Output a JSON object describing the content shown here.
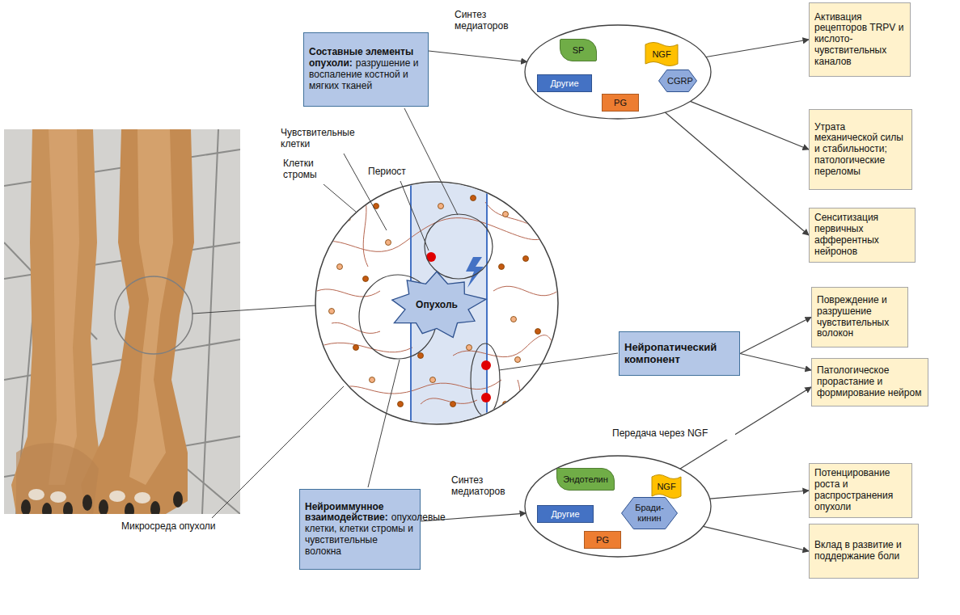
{
  "diagram": {
    "nodes": [
      {
        "text": [
          "Составные элементы опухоли:",
          "разрушение и воспаление костной и мягких тканей"
        ]
      },
      {
        "text": []
      },
      {
        "text": [
          "SP"
        ],
        "in": 1
      },
      {
        "text": [
          "NGF"
        ],
        "in": 1
      },
      {
        "text": [
          "Другие"
        ],
        "in": 1
      },
      {
        "text": [
          "CGRP"
        ],
        "in": 1
      },
      {
        "text": [
          "PG"
        ],
        "in": 1
      },
      {
        "text": [
          "Активация рецепторов TRPV и кислото-чувствительных каналов"
        ]
      },
      {
        "text": [
          "Утрата механической силы и стабильности; патологические переломы"
        ]
      },
      {
        "text": [
          "Сенситизация первичных афферентных нейронов"
        ]
      },
      {
        "text": [
          "Опухоль"
        ]
      },
      {
        "text": [
          "Нейропатический компонент"
        ]
      },
      {
        "text": [
          "Повреждение и разрушение чувствительных волокон"
        ]
      },
      {
        "text": [
          "Патологическое прорастание и формирование нейром"
        ]
      },
      {
        "text": [
          "Нейроиммунное взаимодействие:",
          "опухолевые клетки, клетки стромы и чувствительные волокна"
        ]
      },
      {
        "text": []
      },
      {
        "text": [
          "Эндотелин"
        ],
        "in": 15
      },
      {
        "text": [
          "NGF"
        ],
        "in": 15
      },
      {
        "text": [
          "Другие"
        ],
        "in": 15
      },
      {
        "text": [
          "Бради- кинин"
        ],
        "in": 15
      },
      {
        "text": [
          "PG"
        ],
        "in": 15
      },
      {
        "text": [
          "Потенцирование роста и распространения опухоли"
        ]
      },
      {
        "text": [
          "Вклад в развитие и поддержание боли"
        ]
      }
    ],
    "edges": [
      {
        "from": 0,
        "to": 1,
        "label": "Синтез медиаторов",
        "arrow": "to"
      },
      {
        "from": 1,
        "to": 7,
        "arrow": "to"
      },
      {
        "from": 1,
        "to": 8,
        "arrow": "to"
      },
      {
        "from": 1,
        "to": 9,
        "arrow": "to"
      },
      {
        "from": 11,
        "to": 12,
        "arrow": "to"
      },
      {
        "from": 11,
        "to": 13,
        "arrow": "to"
      },
      {
        "from": 17,
        "to": 13,
        "label": "Передача через NGF",
        "arrow": "to"
      },
      {
        "from": 14,
        "to": 15,
        "label": "Синтез медиаторов",
        "arrow": "to"
      },
      {
        "from": 15,
        "to": 21,
        "arrow": "to"
      },
      {
        "from": 15,
        "to": 22,
        "arrow": "to"
      }
    ],
    "labels": [
      "Чувствительные клетки",
      "Клетки стромы",
      "Периост",
      "Микросреда опухоли"
    ]
  }
}
